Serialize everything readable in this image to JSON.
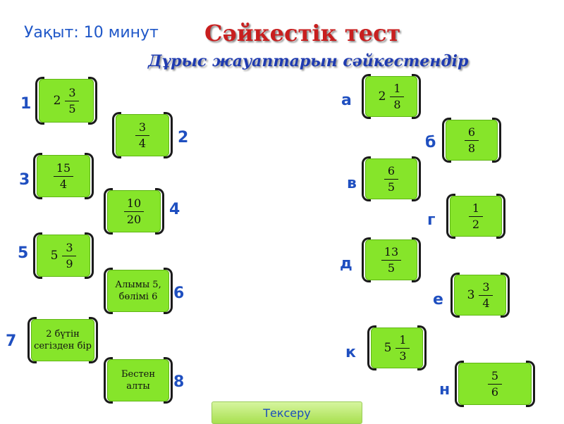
{
  "header": {
    "time_label": "Уақыт: 10 минут",
    "title": "Сәйкестік тест",
    "subtitle": "Дұрыс жауаптарын сәйкестендір"
  },
  "left_items": [
    {
      "label": "1",
      "whole": "2",
      "num": "3",
      "den": "5"
    },
    {
      "label": "2",
      "whole": "",
      "num": "3",
      "den": "4"
    },
    {
      "label": "3",
      "whole": "",
      "num": "15",
      "den": "4"
    },
    {
      "label": "4",
      "whole": "",
      "num": "10",
      "den": "20"
    },
    {
      "label": "5",
      "whole": "5",
      "num": "3",
      "den": "9"
    },
    {
      "label": "6",
      "text": "Алымы 5, бөлімі 6"
    },
    {
      "label": "7",
      "text": "2 бүтін сегізден бір"
    },
    {
      "label": "8",
      "text": "Бестен алты"
    }
  ],
  "right_items": [
    {
      "label": "а",
      "whole": "2",
      "num": "1",
      "den": "8"
    },
    {
      "label": "б",
      "whole": "",
      "num": "6",
      "den": "8"
    },
    {
      "label": "в",
      "whole": "",
      "num": "6",
      "den": "5"
    },
    {
      "label": "г",
      "whole": "",
      "num": "1",
      "den": "2"
    },
    {
      "label": "д",
      "whole": "",
      "num": "13",
      "den": "5"
    },
    {
      "label": "е",
      "whole": "3",
      "num": "3",
      "den": "4"
    },
    {
      "label": "к",
      "whole": "5",
      "num": "1",
      "den": "3"
    },
    {
      "label": "н",
      "whole": "",
      "num": "5",
      "den": "6"
    }
  ],
  "check_button": "Тексеру"
}
